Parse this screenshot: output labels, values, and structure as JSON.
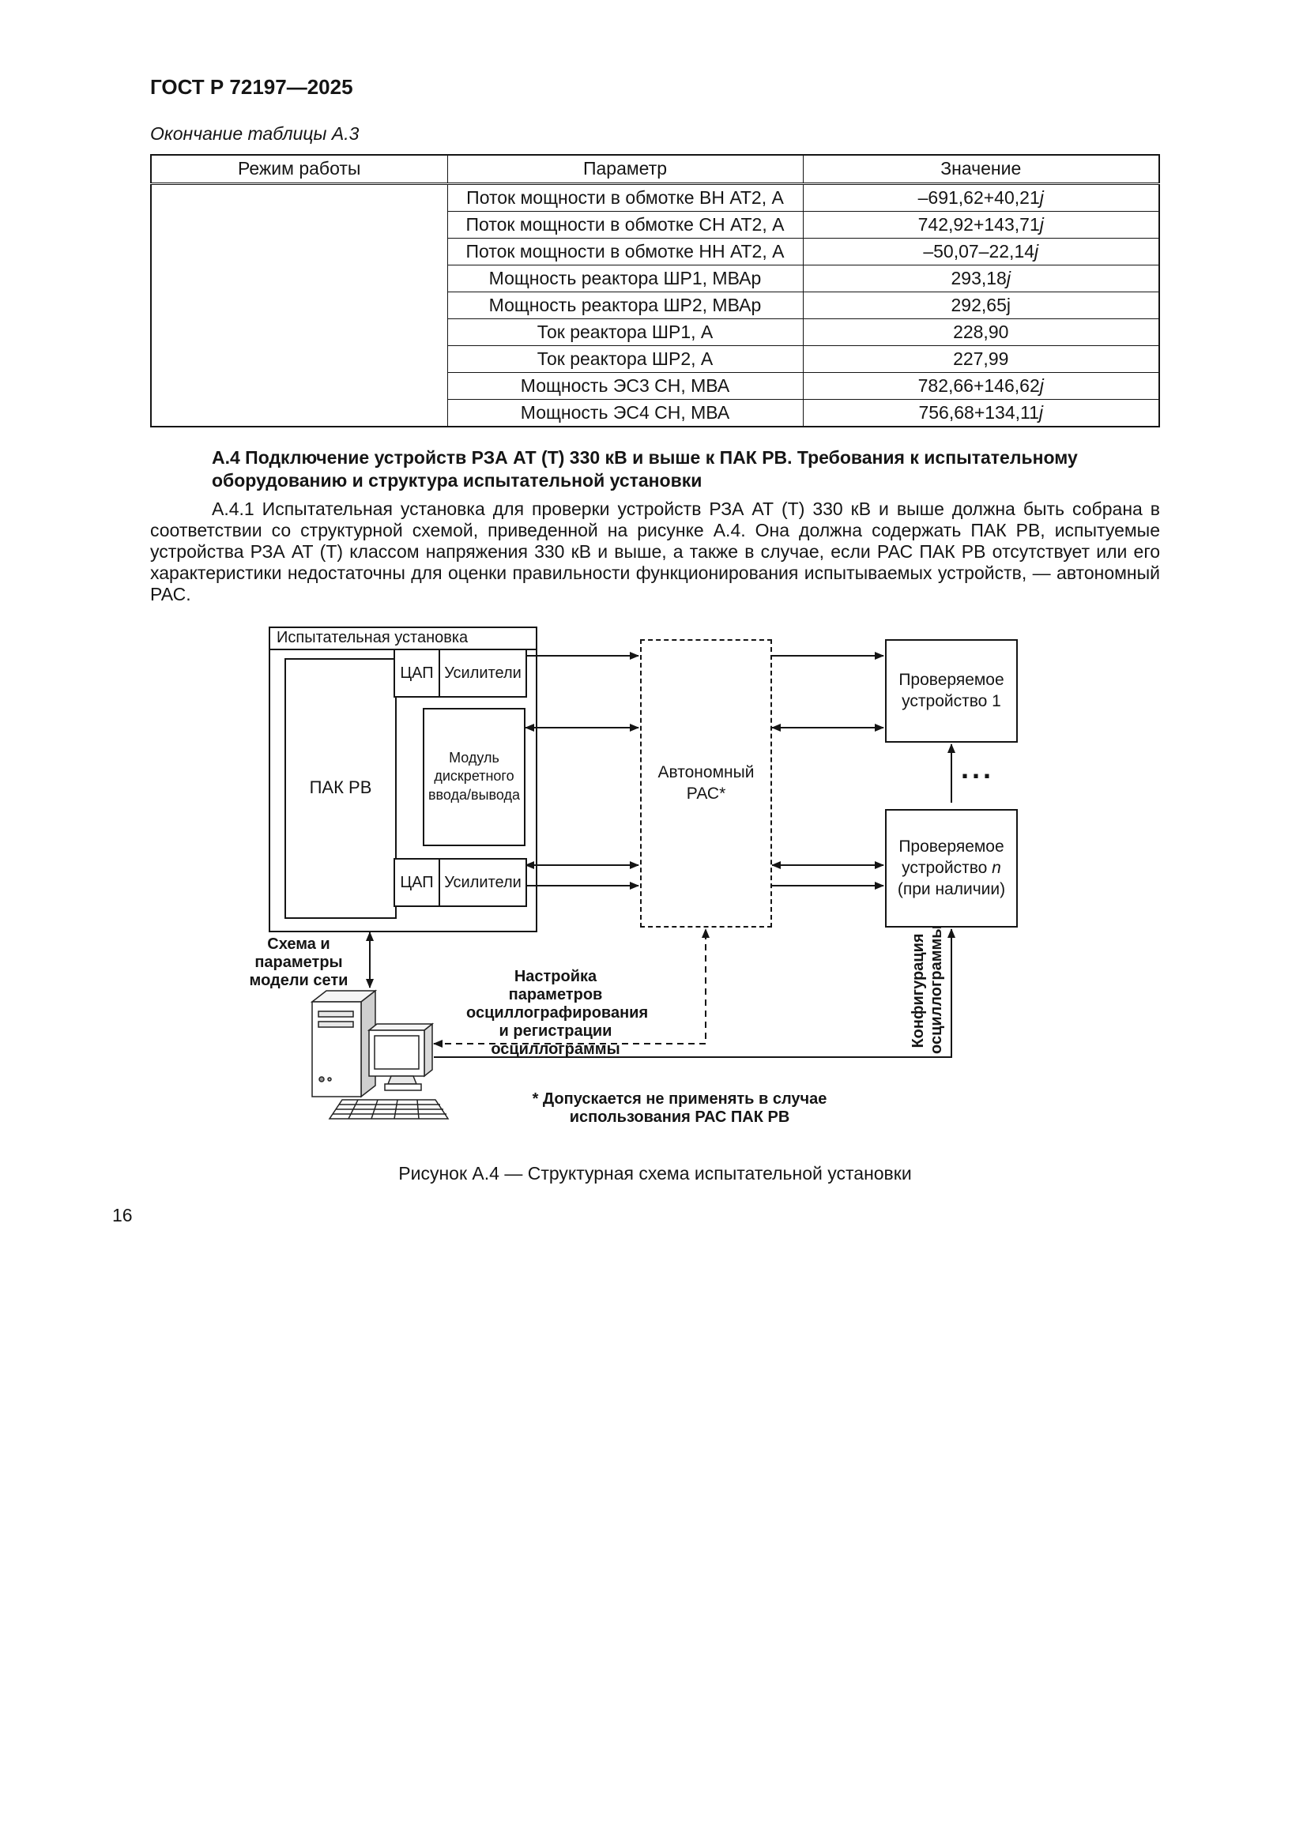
{
  "document": {
    "header": "ГОСТ Р 72197—2025",
    "page_number": "16"
  },
  "table": {
    "caption": "Окончание таблицы А.3",
    "headers": [
      "Режим работы",
      "Параметр",
      "Значение"
    ],
    "rows": [
      {
        "param": "Поток мощности в обмотке ВН АТ2, А",
        "value": "–691,62+40,21j"
      },
      {
        "param": "Поток мощности в обмотке СН АТ2, А",
        "value": "742,92+143,71j"
      },
      {
        "param": "Поток мощности в обмотке НН АТ2, А",
        "value": "–50,07–22,14j"
      },
      {
        "param": "Мощность реактора ШР1, МВАр",
        "value": "293,18j"
      },
      {
        "param": "Мощность реактора ШР2, МВАр",
        "value": "292,65j"
      },
      {
        "param": "Ток реактора ШР1, А",
        "value": "228,90"
      },
      {
        "param": "Ток реактора ШР2, А",
        "value": "227,99"
      },
      {
        "param": "Мощность ЭС3 СН, МВА",
        "value": "782,66+146,62j"
      },
      {
        "param": "Мощность ЭС4 СН, МВА",
        "value": "756,68+134,11j"
      }
    ]
  },
  "section": {
    "heading": "А.4 Подключение устройств РЗА АТ (Т) 330 кВ и выше к ПАК РВ. Требования к испытательному оборудованию и структура испытательной установки",
    "paragraph": "А.4.1 Испытательная установка для проверки устройств РЗА АТ (Т) 330 кВ и выше должна быть собрана в соответствии со структурной схемой, приведенной на рисунке А.4. Она должна содержать ПАК РВ, испытуемые устройства РЗА АТ (Т) классом напряжения 330 кВ и выше, а также в случае, если РАС ПАК РВ отсутствует или его характеристики недостаточны для оценки правильности функционирования испытываемых устройств, — автономный РАС."
  },
  "figure": {
    "caption": "Рисунок А.4 — Структурная схема испытательной установки",
    "footnote": "* Допускается не применять в случае использования РАС ПАК РВ",
    "labels": {
      "installation": "Испытательная установка",
      "pak_rv": "ПАК РВ",
      "dac_top": "ЦАП",
      "amplifiers_top": "Усилители",
      "io_module": "Модуль дискретного ввода/вывода",
      "dac_bottom": "ЦАП",
      "amplifiers_bottom": "Усилители",
      "autonomous_ras": "Автономный РАС*",
      "device_1": "Проверяемое устройство 1",
      "device_n_pre": "Проверяемое устройство",
      "device_n_var": "n",
      "device_n_post": "(при наличии)",
      "ellipsis": "...",
      "network_model": "Схема и параметры модели сети",
      "osc_settings": "Настройка параметров осциллографирования и регистрации осциллограммы",
      "osc_config": "Конфигурация осциллограммы"
    }
  }
}
